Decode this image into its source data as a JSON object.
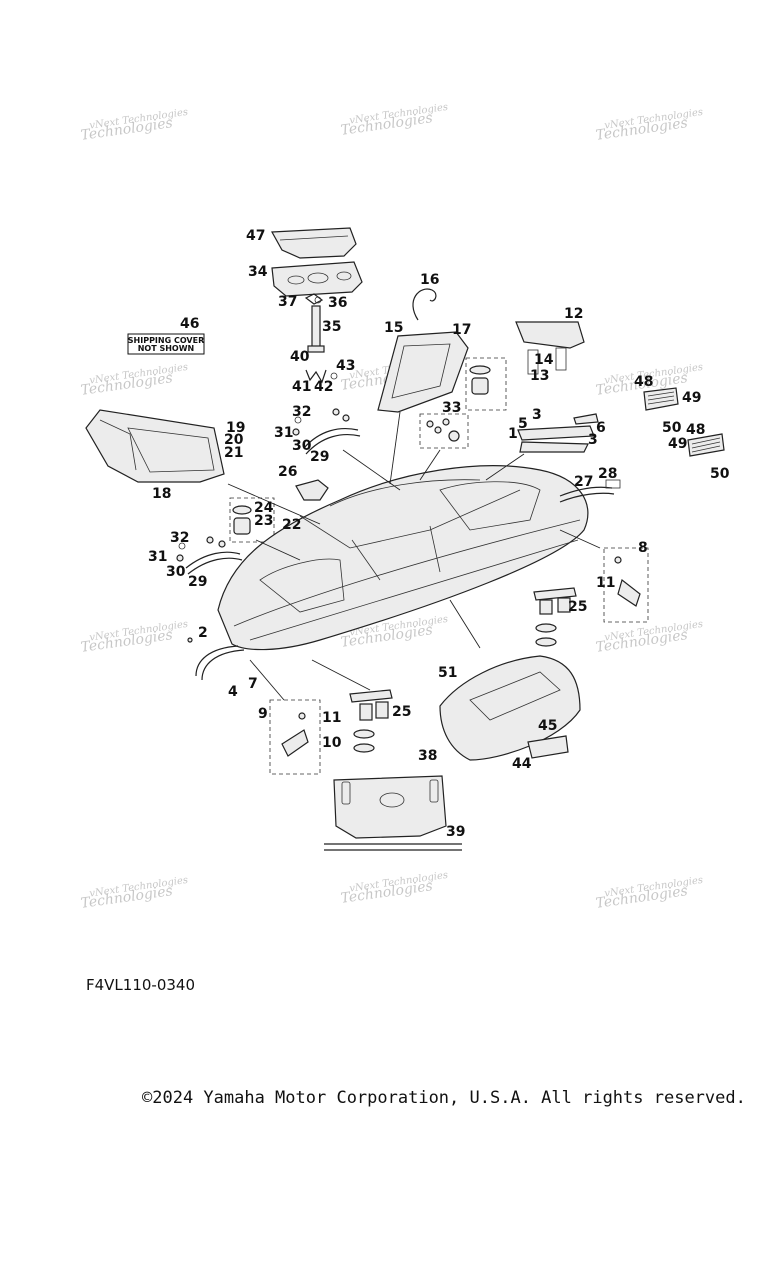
{
  "watermark": {
    "line1": "vNext Technologies",
    "line2": "Technologies"
  },
  "callouts": [
    "47",
    "34",
    "37",
    "36",
    "35",
    "16",
    "15",
    "17",
    "12",
    "14",
    "13",
    "46",
    "40",
    "43",
    "41",
    "42",
    "33",
    "3",
    "5",
    "1",
    "6",
    "32",
    "31",
    "30",
    "29",
    "19",
    "20",
    "21",
    "18",
    "26",
    "24",
    "23",
    "22",
    "28",
    "27",
    "8",
    "11",
    "25",
    "2",
    "4",
    "7",
    "9",
    "10",
    "51",
    "45",
    "44",
    "38",
    "39",
    "48",
    "49",
    "50"
  ],
  "shipping_note": {
    "line1": "SHIPPING COVER",
    "line2": "NOT SHOWN"
  },
  "figure_code": "F4VL110-0340",
  "copyright": "©2024 Yamaha Motor Corporation, U.S.A. All rights reserved."
}
